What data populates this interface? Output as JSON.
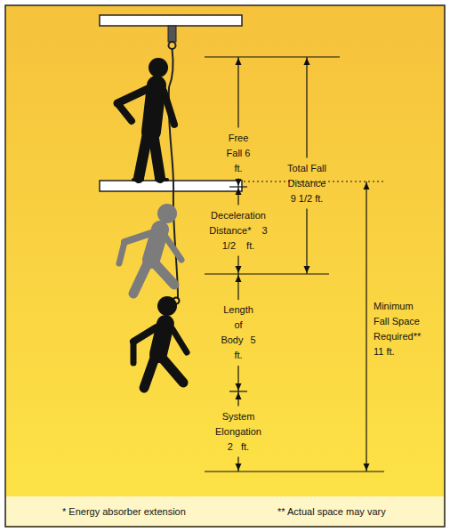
{
  "diagram": {
    "labels": [
      "Free Fall 6 ft.",
      "Total Fall Distance 9 1/2 ft.",
      "Deceleration Distance* 3 1/2 ft.",
      "Length of Body 5 ft.",
      "System Elongation 2 ft.",
      "Minimum Fall Space Required** 11 ft.",
      "* Energy absorber extension",
      "** Actual space may vary"
    ]
  }
}
